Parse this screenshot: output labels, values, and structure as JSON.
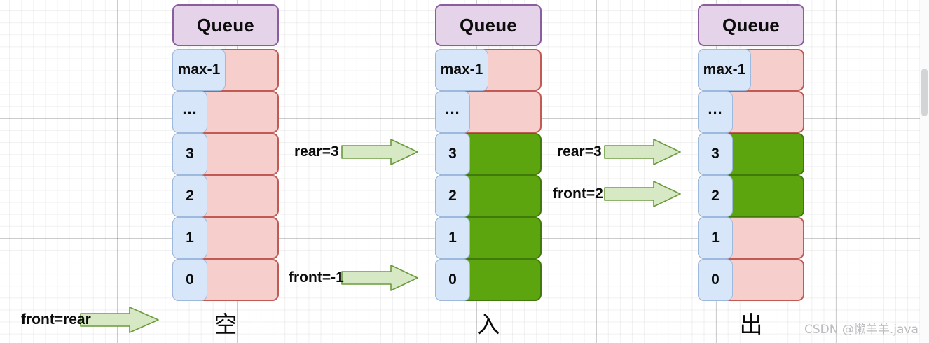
{
  "diagram": {
    "title_label": "Queue",
    "index_labels": [
      "max-1",
      "...",
      "3",
      "2",
      "1",
      "0"
    ],
    "queues": [
      {
        "name": "empty-queue",
        "header": "Queue",
        "caption": "空",
        "cells": [
          {
            "index": "max-1",
            "state": "empty"
          },
          {
            "index": "...",
            "state": "empty"
          },
          {
            "index": "3",
            "state": "empty"
          },
          {
            "index": "2",
            "state": "empty"
          },
          {
            "index": "1",
            "state": "empty"
          },
          {
            "index": "0",
            "state": "empty"
          }
        ]
      },
      {
        "name": "enqueued-queue",
        "header": "Queue",
        "caption": "入",
        "cells": [
          {
            "index": "max-1",
            "state": "empty"
          },
          {
            "index": "...",
            "state": "empty"
          },
          {
            "index": "3",
            "state": "filled"
          },
          {
            "index": "2",
            "state": "filled"
          },
          {
            "index": "1",
            "state": "filled"
          },
          {
            "index": "0",
            "state": "filled"
          }
        ]
      },
      {
        "name": "dequeued-queue",
        "header": "Queue",
        "caption": "出",
        "cells": [
          {
            "index": "max-1",
            "state": "empty"
          },
          {
            "index": "...",
            "state": "empty"
          },
          {
            "index": "3",
            "state": "filled"
          },
          {
            "index": "2",
            "state": "filled"
          },
          {
            "index": "1",
            "state": "empty"
          },
          {
            "index": "0",
            "state": "empty"
          }
        ]
      }
    ],
    "annotations": [
      {
        "name": "annotation-front-equals-rear",
        "text": "front=rear"
      },
      {
        "name": "annotation-rear-3-left",
        "text": "rear=3"
      },
      {
        "name": "annotation-front-minus-1",
        "text": "front=-1"
      },
      {
        "name": "annotation-rear-3-right",
        "text": "rear=3"
      },
      {
        "name": "annotation-front-2",
        "text": "front=2"
      }
    ],
    "colors": {
      "header_fill": "#e4d3e9",
      "header_border": "#8a5e9e",
      "empty_fill": "#f6cfcc",
      "empty_border": "#bf5b54",
      "filled_fill": "#5da50f",
      "filled_border": "#3f7a0b",
      "index_fill": "#d7e6f8",
      "index_border": "#9db9dd",
      "arrow_fill": "#d6e8c4",
      "arrow_border": "#6a9a3c"
    }
  },
  "watermark": {
    "text": "CSDN @懒羊羊.java"
  }
}
